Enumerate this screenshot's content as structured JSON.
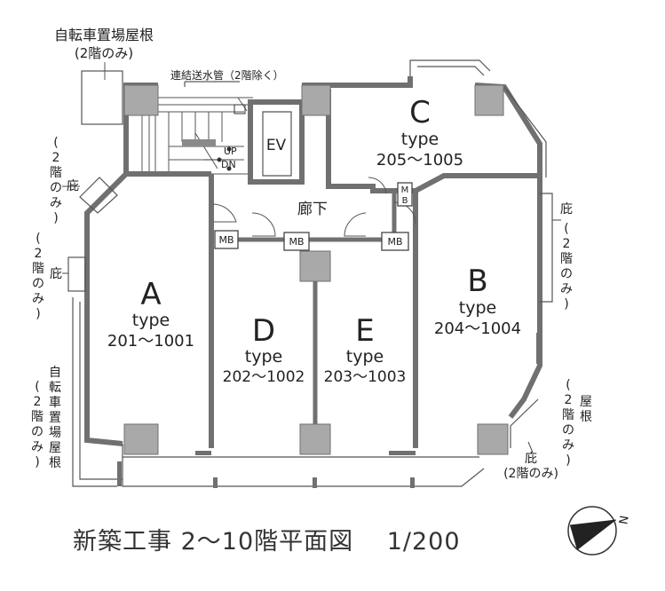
{
  "labels": {
    "bike_roof_top": [
      "自転車置場屋根",
      "(2階のみ)"
    ],
    "pipe": "連結送水管（2階除く）",
    "corridor": "廊下",
    "ev": "EV",
    "up": "UP",
    "dn": "DN",
    "mb": "MB",
    "m_b": [
      "M",
      "B"
    ],
    "eave_left_a": [
      "(",
      "2",
      "階",
      "の",
      "み",
      ")",
      "庇"
    ],
    "eave_left_b": [
      "(",
      "2",
      "階",
      "の",
      "み",
      ")",
      "庇"
    ],
    "bike_roof_left": [
      "自",
      "転",
      "車",
      "置",
      "場",
      "屋",
      "根"
    ],
    "bike_roof_left_note": [
      "(",
      "2",
      "階",
      "の",
      "み",
      ")"
    ],
    "eave_right": [
      "庇",
      "(",
      "2",
      "階",
      "の",
      "み",
      ")"
    ],
    "roof_right": [
      "屋",
      "根"
    ],
    "roof_right_note": [
      "(",
      "2",
      "階",
      "の",
      "み",
      ")"
    ],
    "eave_bottom": [
      "庇",
      "(2階のみ)"
    ]
  },
  "units": [
    {
      "letter": "A",
      "type": "type",
      "rooms": "201～1001"
    },
    {
      "letter": "B",
      "type": "type",
      "rooms": "204～1004"
    },
    {
      "letter": "C",
      "type": "type",
      "rooms": "205～1005"
    },
    {
      "letter": "D",
      "type": "type",
      "rooms": "202～1002"
    },
    {
      "letter": "E",
      "type": "type",
      "rooms": "203～1003"
    }
  ],
  "caption": "新築工事 2～10階平面図　 1/200",
  "compass": "N",
  "colors": {
    "wall": "#6f6f6f",
    "column": "#a7a7a7",
    "line": "#444444"
  }
}
